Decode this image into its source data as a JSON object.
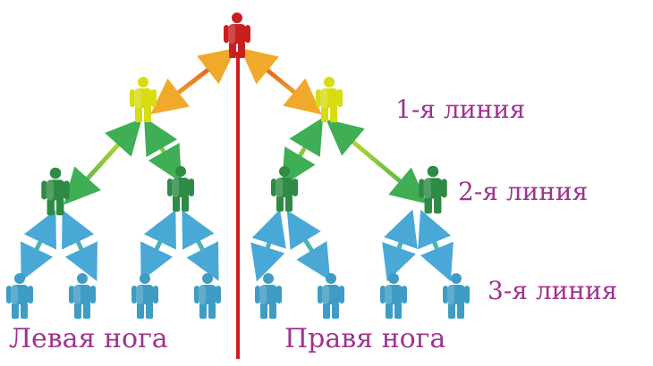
{
  "labels": {
    "line1": "1-я линия",
    "line2": "2-я линия",
    "line3": "3-я линия",
    "left_leg": "Левая нога",
    "right_leg": "Правя нога"
  },
  "colors": {
    "top": "#c8201e",
    "level1": "#d8dc12",
    "level2": "#2e8b45",
    "level3": "#3f9cc4",
    "divider": "#cf1d22",
    "text": "#a0338f"
  }
}
